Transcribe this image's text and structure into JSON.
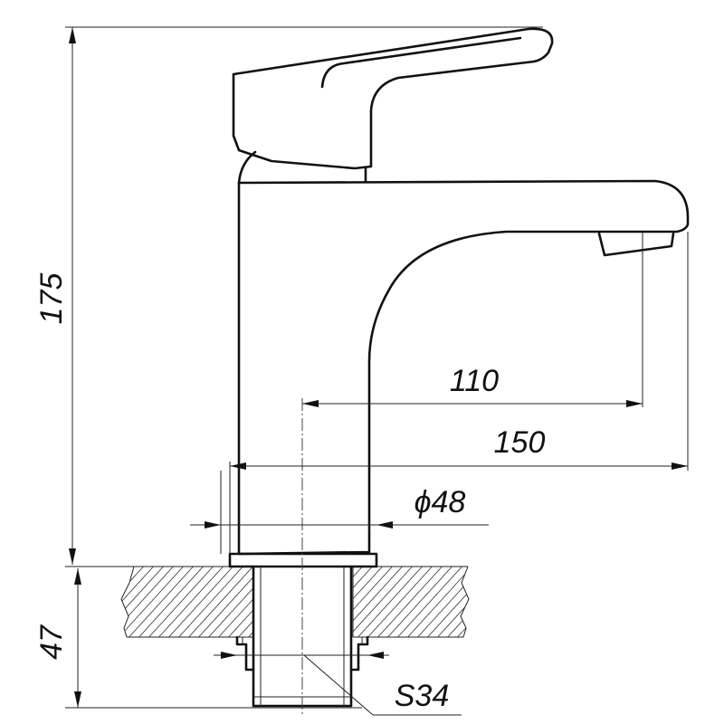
{
  "drawing": {
    "dimensions": {
      "total_height": "175",
      "base_height": "47",
      "spout_reach": "110",
      "overall_length": "150",
      "body_diameter": "ϕ48",
      "thread": "S34"
    }
  }
}
